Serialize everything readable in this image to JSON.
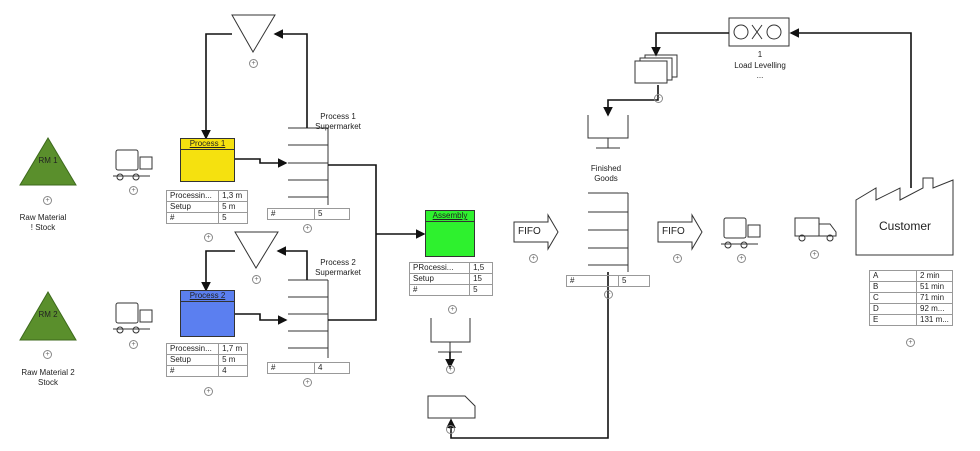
{
  "raw_materials": [
    {
      "badge": "RM 1",
      "name": "Raw Material ! Stock"
    },
    {
      "badge": "RM 2",
      "name": "Raw Material 2 Stock"
    }
  ],
  "processes": [
    {
      "name": "Process 1",
      "color": "#f5e10f",
      "rows": [
        [
          "Processin...",
          "1,3 m"
        ],
        [
          "Setup",
          "5 m"
        ],
        [
          "#",
          "5"
        ]
      ]
    },
    {
      "name": "Process 2",
      "color": "#5b7ff0",
      "rows": [
        [
          "Processin...",
          "1,7 m"
        ],
        [
          "Setup",
          "5 m"
        ],
        [
          "#",
          "4"
        ]
      ]
    }
  ],
  "supermarkets": [
    {
      "label": "Process 1 Supermarket",
      "count_key": "#",
      "count": "5"
    },
    {
      "label": "Process 2 Supermarket",
      "count_key": "#",
      "count": "4"
    }
  ],
  "assembly": {
    "name": "Assembly",
    "color": "#2ef12e",
    "rows": [
      [
        "PRocessi...",
        "1,5"
      ],
      [
        "Setup",
        "15"
      ],
      [
        "#",
        "5"
      ]
    ]
  },
  "finished_goods": {
    "label": "Finished Goods",
    "count_key": "#",
    "count": "5"
  },
  "fifo_labels": [
    "FIFO",
    "FIFO"
  ],
  "load_levelling": {
    "number": "1",
    "label": "Load Levelling",
    "dash": "..."
  },
  "customer": {
    "label": "Customer",
    "rows": [
      [
        "A",
        "2 min"
      ],
      [
        "B",
        "51 min"
      ],
      [
        "C",
        "71 min"
      ],
      [
        "D",
        "92 m..."
      ],
      [
        "E",
        "131 m..."
      ]
    ]
  }
}
